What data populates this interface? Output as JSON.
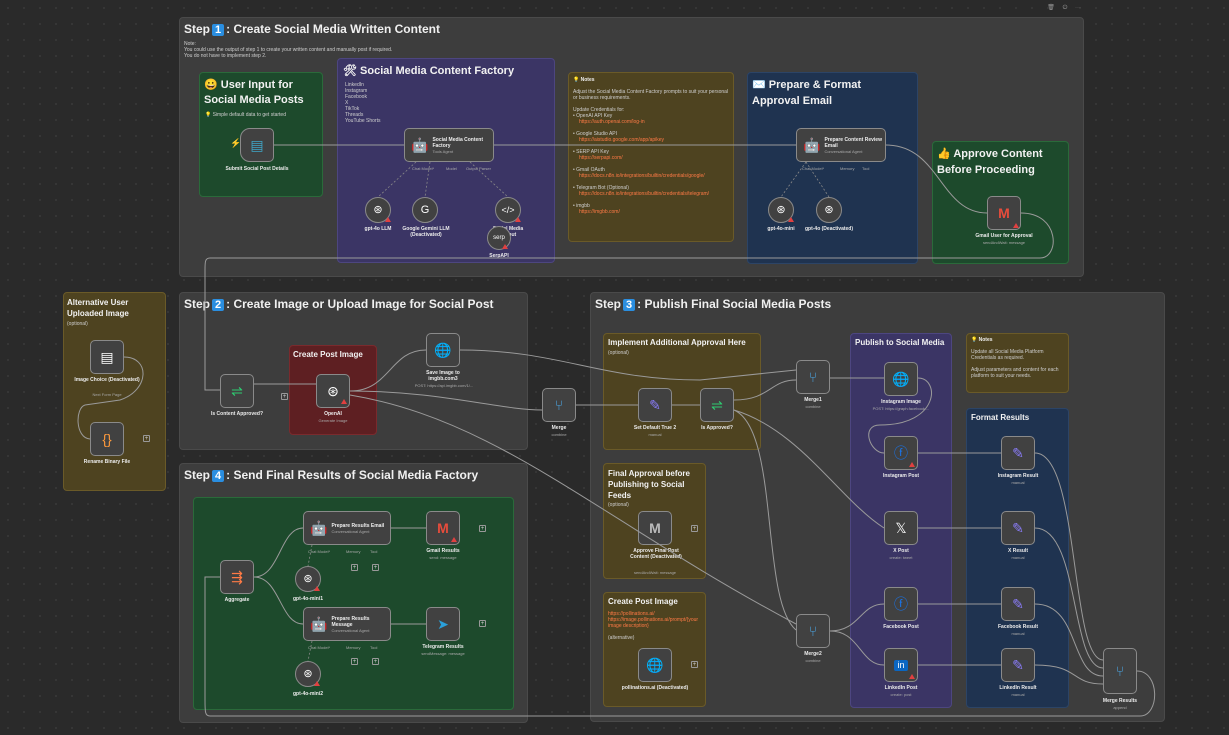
{
  "toolbar": {
    "icons": [
      "trash-icon",
      "power-icon",
      "more-icon"
    ]
  },
  "step1": {
    "prefix": "Step",
    "num": "1",
    "title": ": Create Social Media Written Content",
    "note_lines": [
      "Note:",
      "You could use the output of step 1 to create your written content and manually post if required.",
      "You do not have to implement step 2."
    ],
    "user_input": {
      "emoji": "😀",
      "title": "User Input for Social Media Posts",
      "hint": "💡 Simple default data to get started",
      "node_label": "Submit Social Post Details"
    },
    "factory": {
      "emoji": "🛠",
      "title": "Social Media Content Factory",
      "platforms": [
        "LinkedIn",
        "Instagram",
        "Facebook",
        "X",
        "TikTok",
        "Threads",
        "YouTube Shorts"
      ],
      "agent_label": "Social Media Content Factory",
      "agent_sub": "Tools Agent",
      "ports": [
        "Chat Model*",
        "Model",
        "Output Parser"
      ],
      "models": [
        {
          "label": "gpt-4o LLM"
        },
        {
          "label": "Google Gemini LLM (Deactivated)"
        },
        {
          "label": "Social Media Output"
        }
      ],
      "serp": "SerpAPI"
    },
    "notes": {
      "title": "💡 Notes",
      "intro": "Adjust the Social Media Content Factory prompts to suit your personal or business requirements.",
      "update": "Update Credentials for:",
      "items": [
        {
          "name": "OpenAI API Key",
          "url": "https://auth.openai.com/log-in"
        },
        {
          "name": "Google Studio API",
          "url": "https://aistudio.google.com/app/apikey"
        },
        {
          "name": "SERP API Key",
          "url": "https://serpapi.com/"
        },
        {
          "name": "Gmail OAuth",
          "url": "https://docs.n8n.io/integrations/builtin/credentials/google/"
        },
        {
          "name": "Telegram Bot (Optional)",
          "url": "https://docs.n8n.io/integrations/builtin/credentials/telegram/"
        },
        {
          "name": "imgbb",
          "url": "https://imgbb.com/"
        }
      ]
    },
    "approval_email": {
      "emoji": "✉️",
      "title": "Prepare & Format Approval Email",
      "agent_label": "Prepare Content Review Email",
      "agent_sub": "Conversational Agent",
      "ports": [
        "Chat Model*",
        "Memory",
        "Tool"
      ],
      "models": [
        {
          "label": "gpt-4o-mini"
        },
        {
          "label": "gpt-4o (Deactivated)"
        }
      ]
    },
    "approve": {
      "emoji": "👍",
      "title": "Approve Content Before Proceeding",
      "node_label": "Gmail User for Approval",
      "node_sub": "sendAndWait: message"
    }
  },
  "alt": {
    "title": "Alternative User Uploaded Image",
    "sub": "(optional)",
    "image_choice": "Image Choice (Deactivated)",
    "image_choice_sub": "Next Form Page",
    "rename": "Rename Binary File"
  },
  "step2": {
    "prefix": "Step",
    "num": "2",
    "title": ": Create Image or Upload Image for Social Post",
    "is_approved": "Is Content Approved?",
    "create_title": "Create Post Image",
    "openai": "OpenAI",
    "openai_sub": "Generate Image",
    "save": "Save Image to imgbb.com3",
    "save_sub": "POST: https://api.imgbb.com/1/...",
    "merge": "Merge",
    "merge_sub": "combine"
  },
  "step3": {
    "prefix": "Step",
    "num": "3",
    "title": ": Publish Final Social Media Posts",
    "impl_title": "Implement Additional Approval Here",
    "impl_sub": "(optional)",
    "set_default": "Set Default True 2",
    "set_default_sub": "manual",
    "is_approved": "Is Approved?",
    "merge1": "Merge1",
    "merge1_sub": "combine",
    "final_title": "Final Approval before Publishing to Social Feeds",
    "final_sub": "(optional)",
    "approve_final": "Approve Final Post Content (Deactivated)",
    "approve_final_sub": "sendAndWait: message",
    "cpi_title": "Create Post Image",
    "cpi_url1": "https://pollinations.ai/",
    "cpi_url2": "https://image.pollinations.ai/prompt/{your image description}",
    "cpi_alt": "(alternative)",
    "pollinations": "pollinations.ai (Deactivated)",
    "merge2": "Merge2",
    "merge2_sub": "combine",
    "publish_title": "Publish to Social Media",
    "ig_image": "Instagram Image",
    "ig_image_sub": "POST: https://graph.facebook....",
    "ig_post": "Instagram Post",
    "x_post": "X Post",
    "x_post_sub": "create: tweet",
    "fb_post": "Facebook Post",
    "li_post": "LinkedIn Post",
    "li_post_sub": "create: post",
    "notes_title": "💡 Notes",
    "notes_l1": "Update all Social Media Platform Credentials as required.",
    "notes_l2": "Adjust parameters and content for each platform to suit your needs.",
    "format_title": "Format Results",
    "ig_res": "Instagram Result",
    "x_res": "X Result",
    "fb_res": "Facebook Result",
    "li_res": "LinkedIn Result",
    "manual": "manual",
    "merge_res": "Merge Results",
    "merge_res_sub": "append"
  },
  "step4": {
    "prefix": "Step",
    "num": "4",
    "title": ": Send Final Results of Social Media Factory",
    "aggregate": "Aggregate",
    "prep_email": "Prepare Results Email",
    "prep_email_sub": "Conversational Agent",
    "gmail_res": "Gmail Results",
    "gmail_res_sub": "send: message",
    "model1": "gpt-4o-mini1",
    "prep_msg": "Prepare Results Message",
    "prep_msg_sub": "Conversational Agent",
    "tg_res": "Telegram Results",
    "tg_res_sub": "sendMessage: message",
    "model2": "gpt-4o-mini2",
    "ports": [
      "Chat Model*",
      "Memory",
      "Tool"
    ]
  },
  "colors": {
    "canvas": "#2a2a2a",
    "accent": "#2a8ee0",
    "link": "#ff7a45",
    "warn": "#e04040"
  }
}
